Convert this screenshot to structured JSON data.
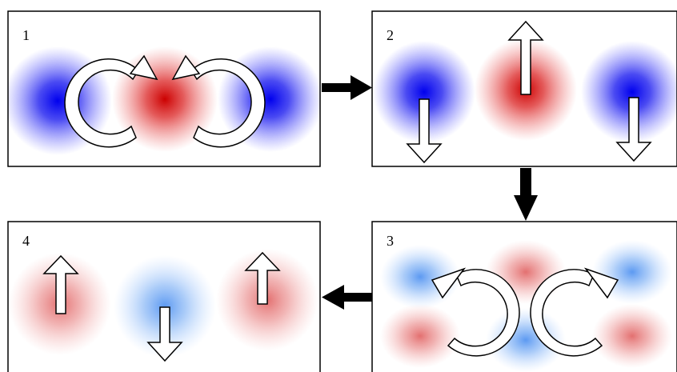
{
  "panels": [
    {
      "label": "1"
    },
    {
      "label": "2"
    },
    {
      "label": "3"
    },
    {
      "label": "4"
    }
  ],
  "colors": {
    "warm": "#cc0000",
    "cool": "#0000ee",
    "warm_faint": "#e06060",
    "cool_faint": "#4a8ef0",
    "arrow_fill": "#ffffff",
    "arrow_stroke": "#000000",
    "connector": "#000000"
  }
}
